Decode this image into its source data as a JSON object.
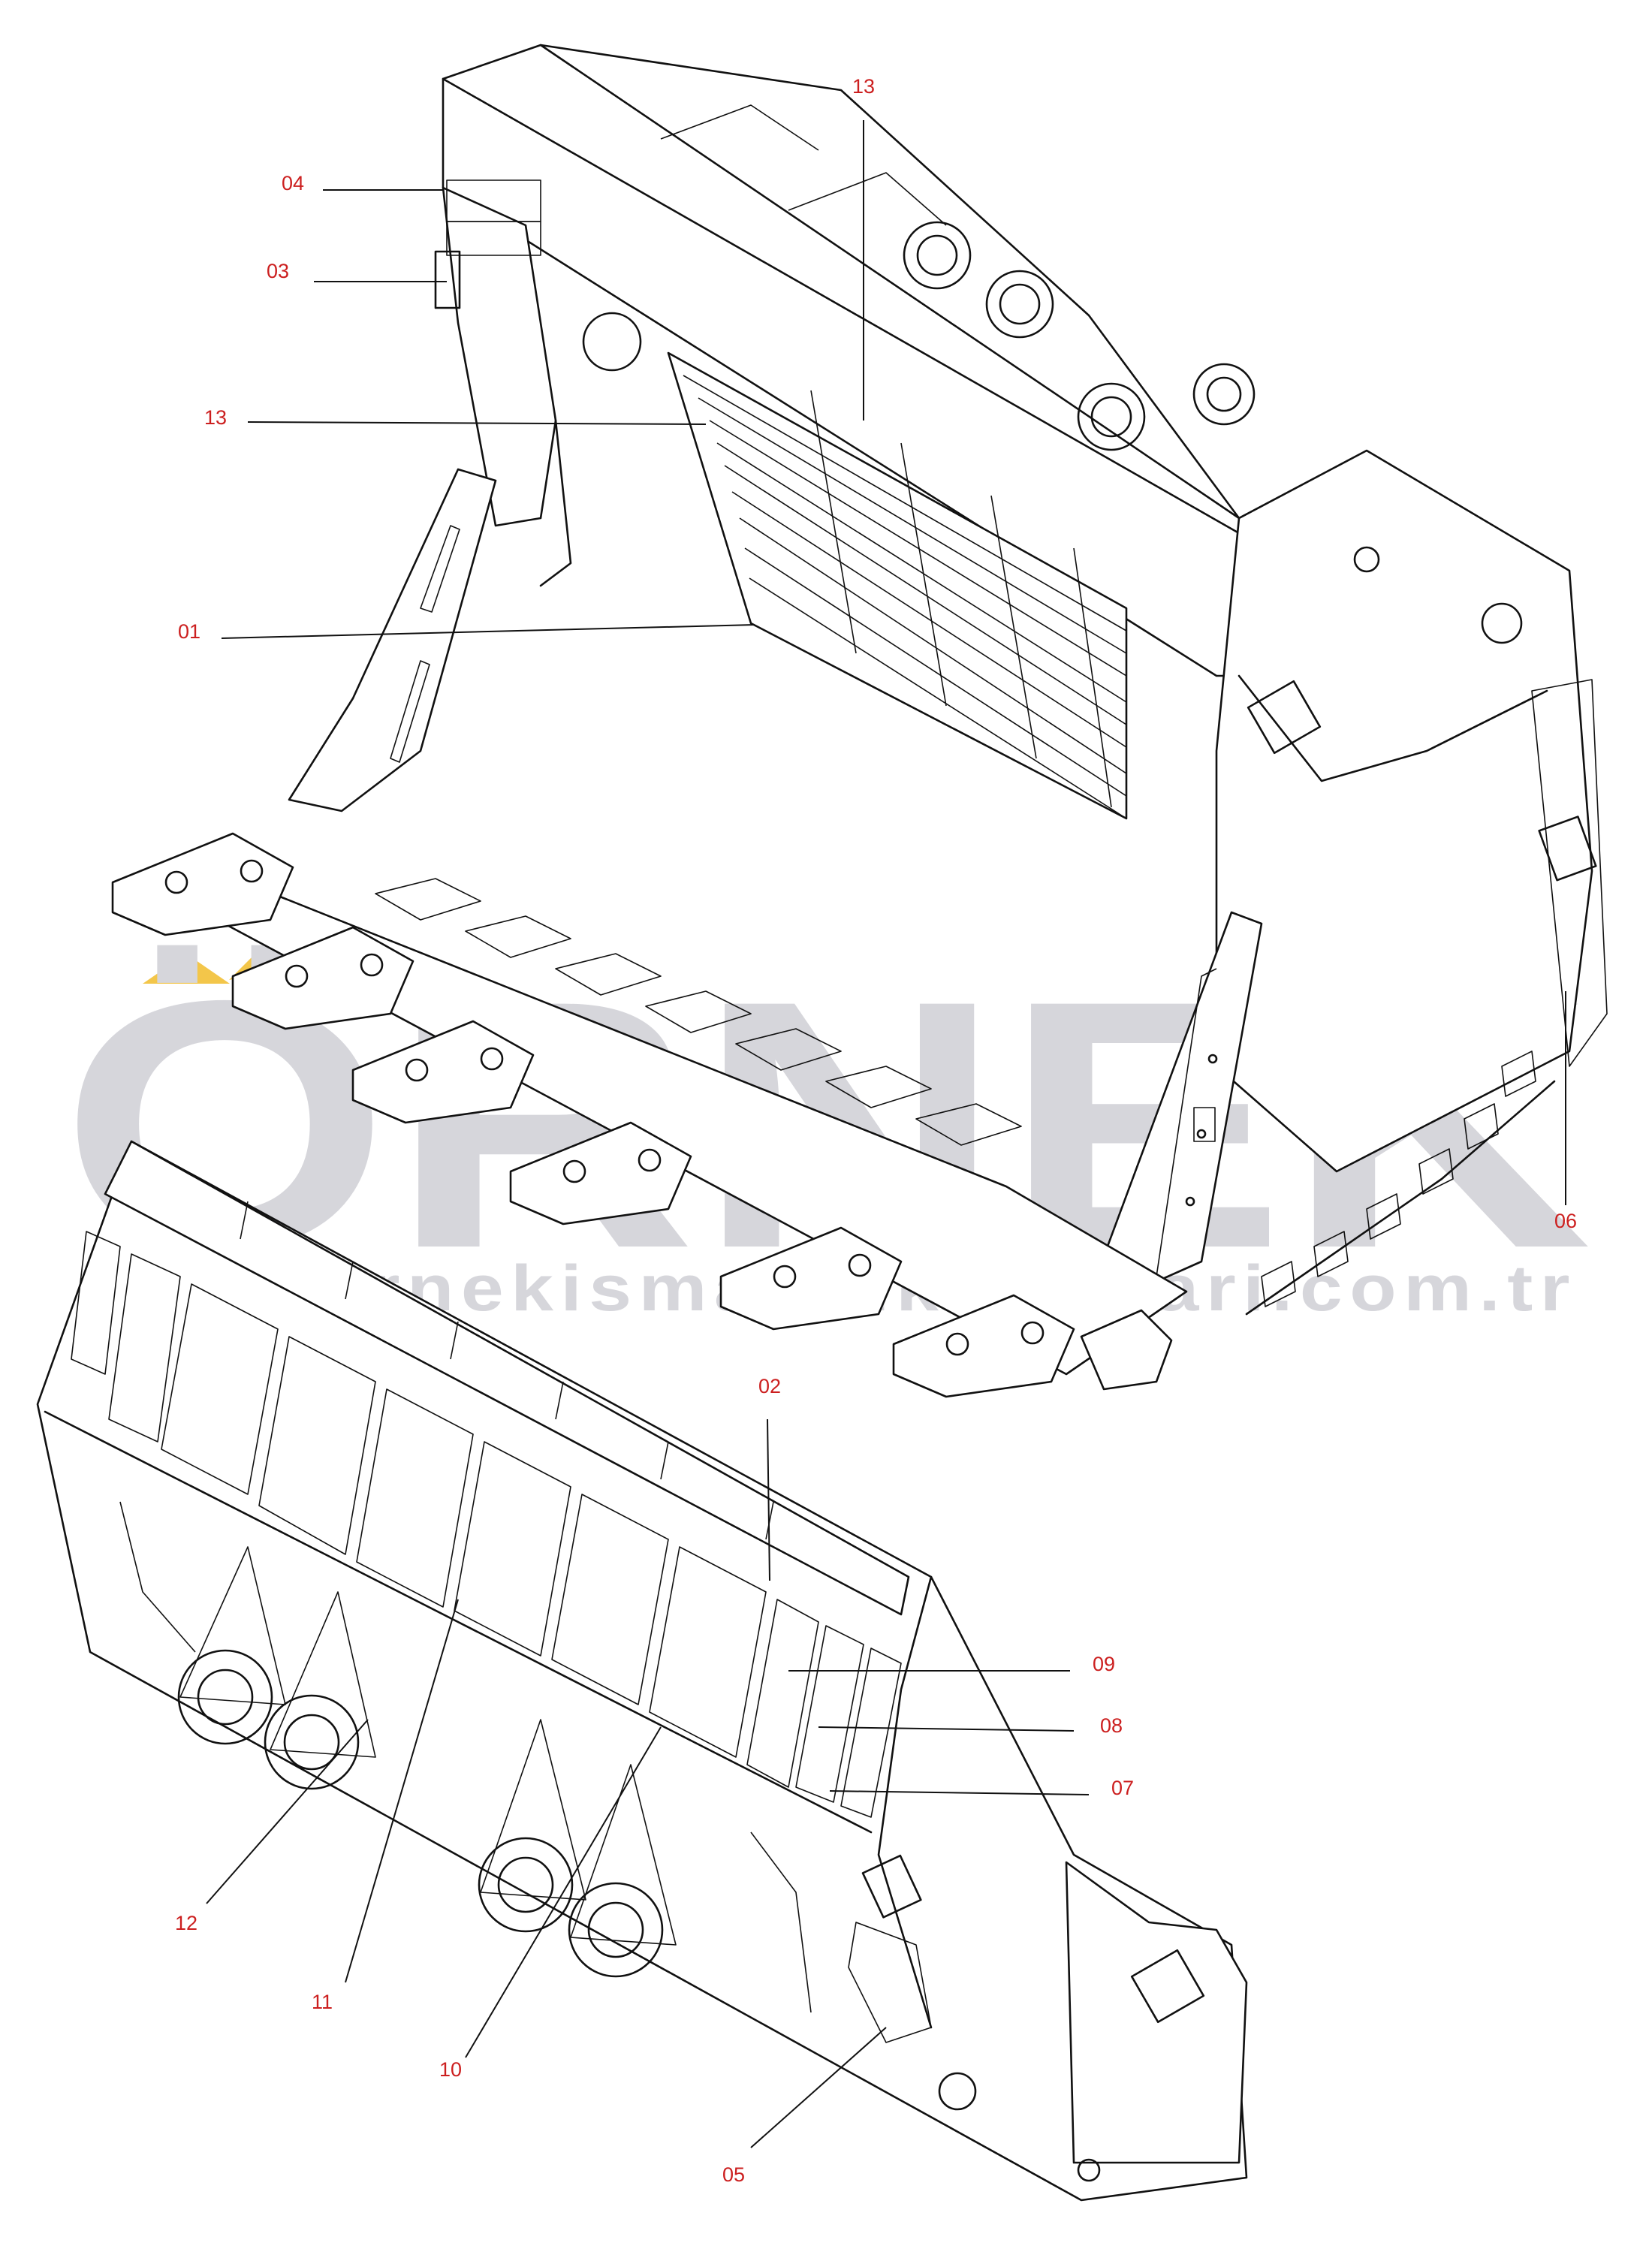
{
  "watermark": {
    "brand": "ÖRNEK",
    "url": "www.ornekismakinkisvulari.com.tr",
    "accent_color": "#f3c64a",
    "text_color": "#d6d6db"
  },
  "callout_color": "#cc1f1f",
  "callouts": [
    {
      "id": "13",
      "label": "13"
    },
    {
      "id": "04",
      "label": "04"
    },
    {
      "id": "03",
      "label": "03"
    },
    {
      "id": "13b",
      "label": "13"
    },
    {
      "id": "01",
      "label": "01"
    },
    {
      "id": "06",
      "label": "06"
    },
    {
      "id": "02",
      "label": "02"
    },
    {
      "id": "09",
      "label": "09"
    },
    {
      "id": "08",
      "label": "08"
    },
    {
      "id": "07",
      "label": "07"
    },
    {
      "id": "12",
      "label": "12"
    },
    {
      "id": "11",
      "label": "11"
    },
    {
      "id": "10",
      "label": "10"
    },
    {
      "id": "05",
      "label": "05"
    }
  ]
}
